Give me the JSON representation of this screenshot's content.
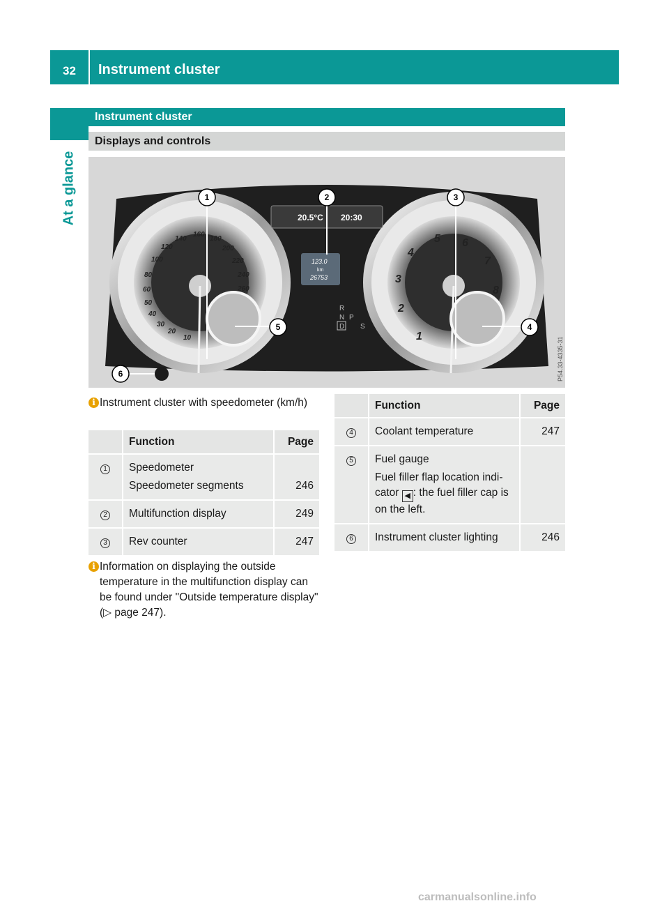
{
  "header": {
    "page_number": "32",
    "title": "Instrument cluster"
  },
  "side_label": "At a glance",
  "section_title": "Instrument cluster",
  "subsection_title": "Displays and controls",
  "figure": {
    "code": "P54.33-4335-31",
    "outside_temp": "20.5°C",
    "clock": "20:30",
    "trip": "123.0",
    "unit": "km",
    "odometer": "26753",
    "callouts": [
      "1",
      "2",
      "3",
      "4",
      "5",
      "6"
    ],
    "speed_labels": [
      "10",
      "20",
      "30",
      "40",
      "50",
      "60",
      "80",
      "100",
      "120",
      "140",
      "160",
      "180",
      "200",
      "220",
      "240",
      "260"
    ],
    "rpm_labels": [
      "1",
      "2",
      "3",
      "4",
      "5",
      "6",
      "7",
      "8"
    ],
    "gear_labels": [
      "R",
      "N",
      "P",
      "D",
      "S"
    ]
  },
  "note1": {
    "text": "Instrument cluster with speedometer (km/h)"
  },
  "table1": {
    "col_function": "Function",
    "col_page": "Page",
    "rows": [
      {
        "num": "1",
        "function": "Speedometer",
        "sub": "Speedometer segments",
        "page": "246"
      },
      {
        "num": "2",
        "function": "Multifunction display",
        "page": "249"
      },
      {
        "num": "3",
        "function": "Rev counter",
        "page": "247"
      }
    ]
  },
  "note2": {
    "text": "Information on displaying the outside temperature in the multifunction display can be found under \"Outside temperature display\" (▷ page 247)."
  },
  "table2": {
    "col_function": "Function",
    "col_page": "Page",
    "rows": [
      {
        "num": "4",
        "function": "Coolant temperature",
        "page": "247"
      },
      {
        "num": "5",
        "function": "Fuel gauge",
        "sub_before": "Fuel filler flap location indi-cator",
        "sub_after": ": the fuel filler cap is on the left.",
        "page": ""
      },
      {
        "num": "6",
        "function": "Instrument cluster lighting",
        "page": "246"
      }
    ]
  },
  "watermark": "carmanualsonline.info"
}
